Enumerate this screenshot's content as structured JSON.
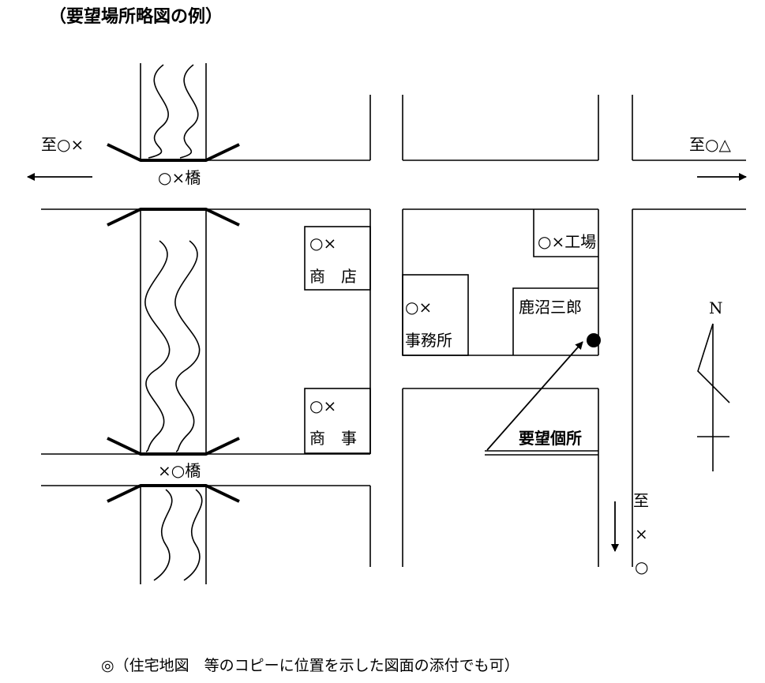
{
  "title": "（要望場所略図の例）",
  "directions": {
    "left": "至○×",
    "right": "至○△",
    "bottom_line1": "至",
    "bottom_line2": "×",
    "bottom_line3": "○"
  },
  "bridges": {
    "upper": "○×橋",
    "lower": "×○橋"
  },
  "buildings": {
    "shop1_line1": "○×",
    "shop1_line2": "商　店",
    "shop2_line1": "○×",
    "shop2_line2": "商　事",
    "office_line1": "○×",
    "office_line2": "事務所",
    "factory": "○×工場",
    "house": "鹿沼三郎"
  },
  "request_label": "要望個所",
  "compass": "N",
  "footnote": "◎（住宅地図　等のコピーに位置を示した図面の添付でも可）"
}
